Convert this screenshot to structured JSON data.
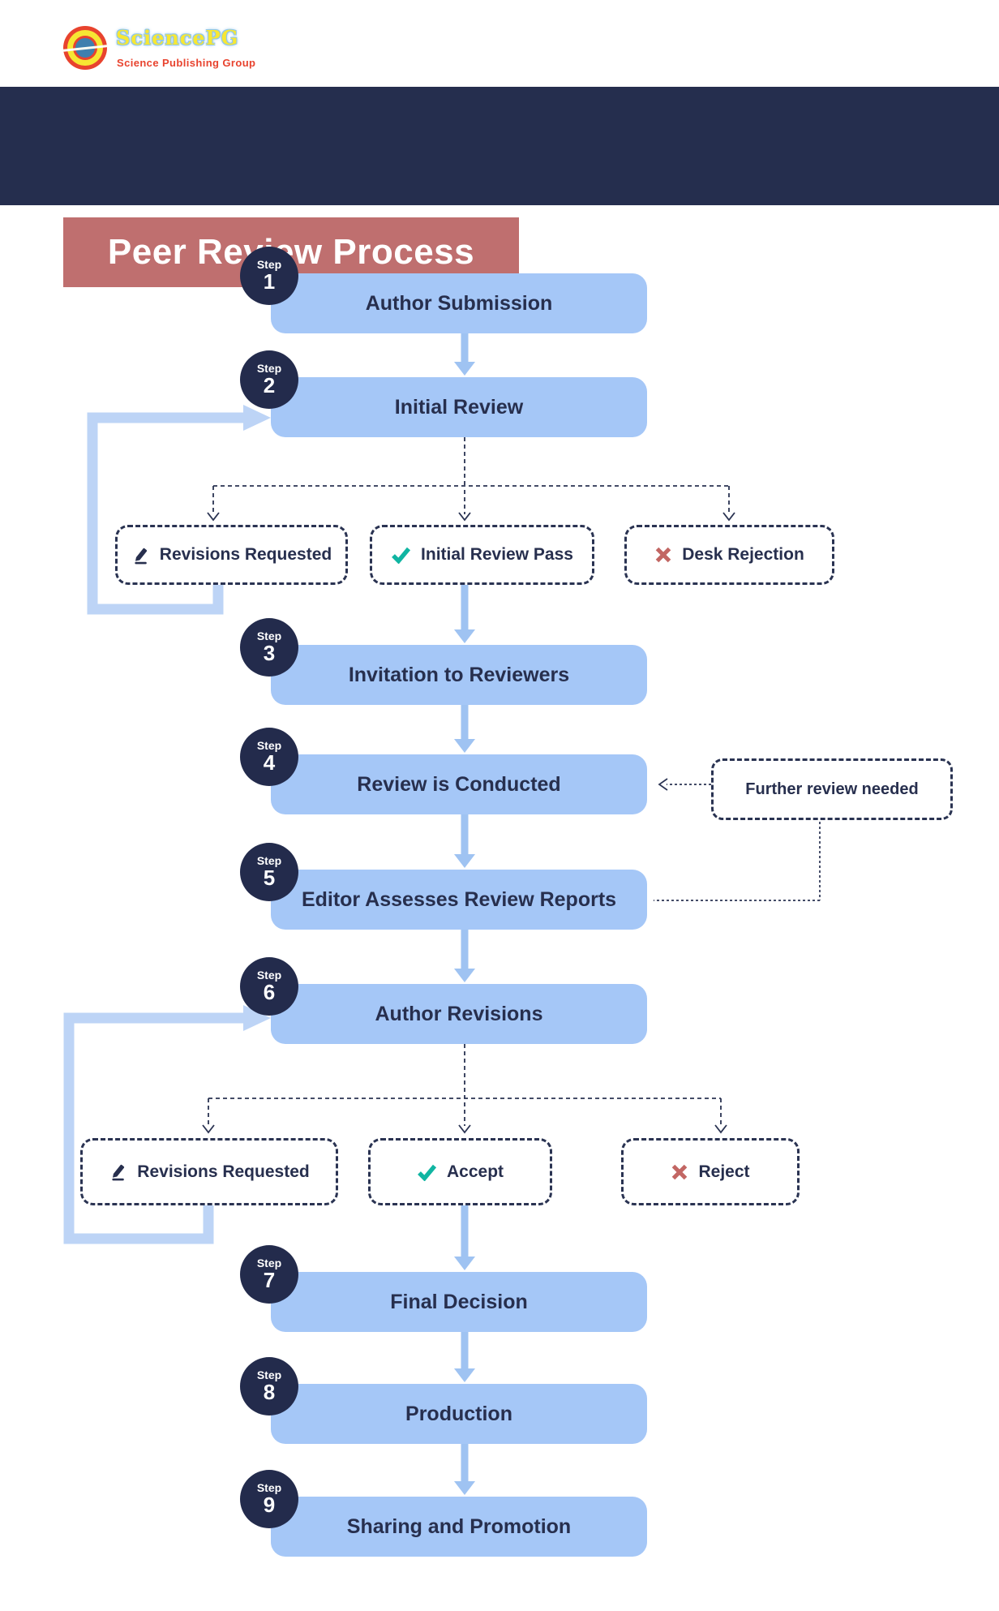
{
  "logo": {
    "brand": "SciencePG",
    "tagline": "Science Publishing Group"
  },
  "banner": {
    "title": "Peer Review Process"
  },
  "labels": {
    "step": "Step"
  },
  "steps": [
    {
      "num": "1",
      "title": "Author Submission"
    },
    {
      "num": "2",
      "title": "Initial Review"
    },
    {
      "num": "3",
      "title": "Invitation to Reviewers"
    },
    {
      "num": "4",
      "title": "Review is Conducted"
    },
    {
      "num": "5",
      "title": "Editor Assesses Review Reports"
    },
    {
      "num": "6",
      "title": "Author Revisions"
    },
    {
      "num": "7",
      "title": "Final Decision"
    },
    {
      "num": "8",
      "title": "Production"
    },
    {
      "num": "9",
      "title": "Sharing and Promotion"
    }
  ],
  "outcomes_initial_review": [
    {
      "icon": "pencil-icon",
      "label": "Revisions Requested"
    },
    {
      "icon": "check-icon",
      "label": "Initial Review Pass"
    },
    {
      "icon": "cross-icon",
      "label": "Desk Rejection"
    }
  ],
  "outcomes_author_revisions": [
    {
      "icon": "pencil-icon",
      "label": "Revisions Requested"
    },
    {
      "icon": "check-icon",
      "label": "Accept"
    },
    {
      "icon": "cross-icon",
      "label": "Reject"
    }
  ],
  "side_note": {
    "label": "Further review needed"
  },
  "colors": {
    "navy": "#252e4e",
    "step_box_blue": "#a5c7f7",
    "arrow_blue": "#9fc3f2",
    "loop_blue": "#bdd4f6",
    "banner_red": "#bf6f6f",
    "check_teal": "#10b5a2",
    "cross_red": "#c26663",
    "logo_red": "#e8432e",
    "logo_yellow": "#f7e733",
    "logo_blue": "#3f7fae"
  }
}
